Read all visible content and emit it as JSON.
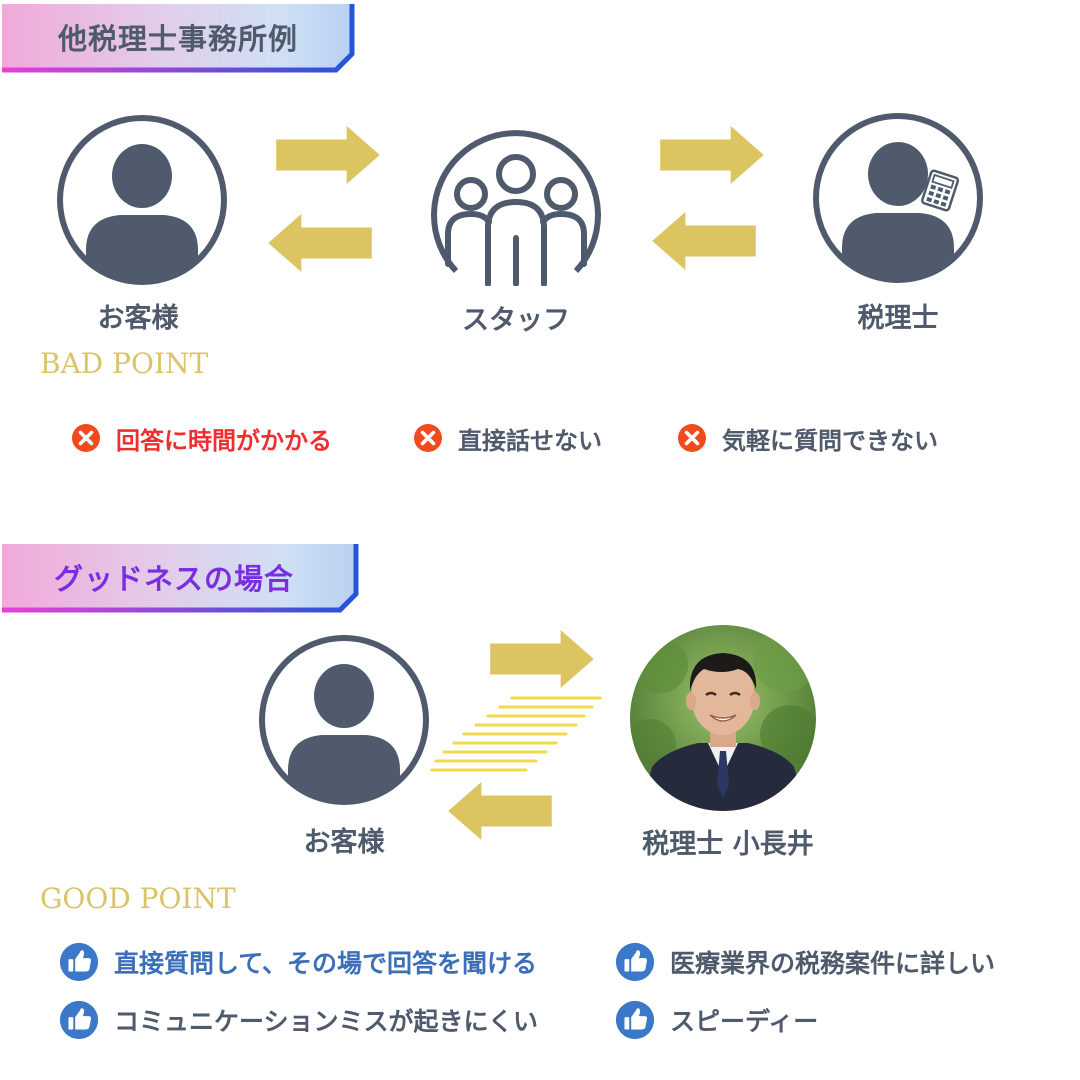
{
  "section1": {
    "title": "他税理士事務所例",
    "nodes": {
      "customer": "お客様",
      "staff": "スタッフ",
      "accountant": "税理士"
    },
    "point_title": "BAD POINT",
    "bad_points": [
      "回答に時間がかかる",
      "直接話せない",
      "気軽に質問できない"
    ]
  },
  "section2": {
    "title": "グッドネスの場合",
    "nodes": {
      "customer": "お客様",
      "accountant": "税理士 小長井"
    },
    "point_title": "GOOD POINT",
    "good_points": [
      "直接質問して、その場で回答を聞ける",
      "医療業界の税務案件に詳しい",
      "コミュニケーションミスが起きにくい",
      "スピーディー"
    ]
  },
  "colors": {
    "icon": "#4f5b6c",
    "arrow": "#dcc561",
    "bad_red": "#ef2f2f",
    "x_icon": "#f04a1e",
    "good_blue": "#3b6fb8",
    "thumb_blue": "#3c78c8",
    "point_gold": "#d9c468",
    "title2_purple": "#7a2ee0"
  },
  "icons": {
    "bad": "x-circle-icon",
    "good": "thumbs-up-icon"
  }
}
